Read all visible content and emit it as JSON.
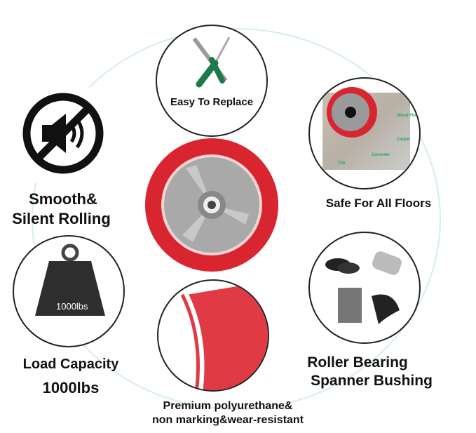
{
  "features": {
    "replace": "Easy To Replace",
    "silent_line1": "Smooth&",
    "silent_line2": "Silent Rolling",
    "floors": "Safe For All Floors",
    "load_line1": "Load Capacity",
    "load_line2": "1000lbs",
    "weight_tag": "1000lbs",
    "material_line1": "Premium polyurethane&",
    "material_line2": "non marking&wear-resistant",
    "bearing_line1": "Roller Bearing",
    "bearing_line2": "Spanner Bushing"
  },
  "floor_labels": [
    "Wood Floor",
    "Carpet",
    "Concrete",
    "Tile"
  ],
  "colors": {
    "wheel_red": "#d9252f",
    "ring": "#d6ecf2",
    "hub_gray": "#a9a9a9"
  }
}
